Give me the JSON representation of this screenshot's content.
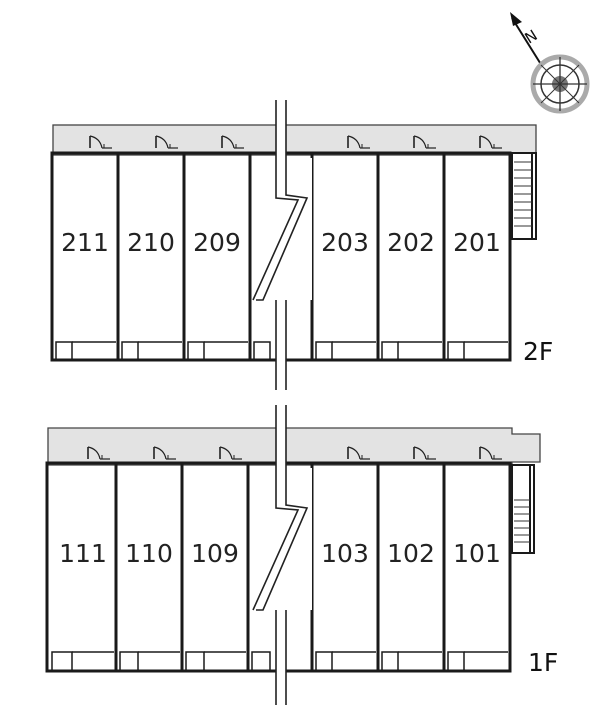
{
  "compass": {
    "label": "N"
  },
  "floors": [
    {
      "label": "2F",
      "units_left": [
        "211",
        "210",
        "209"
      ],
      "units_right": [
        "203",
        "202",
        "201"
      ]
    },
    {
      "label": "1F",
      "units_left": [
        "111",
        "110",
        "109"
      ],
      "units_right": [
        "103",
        "102",
        "101"
      ]
    }
  ]
}
